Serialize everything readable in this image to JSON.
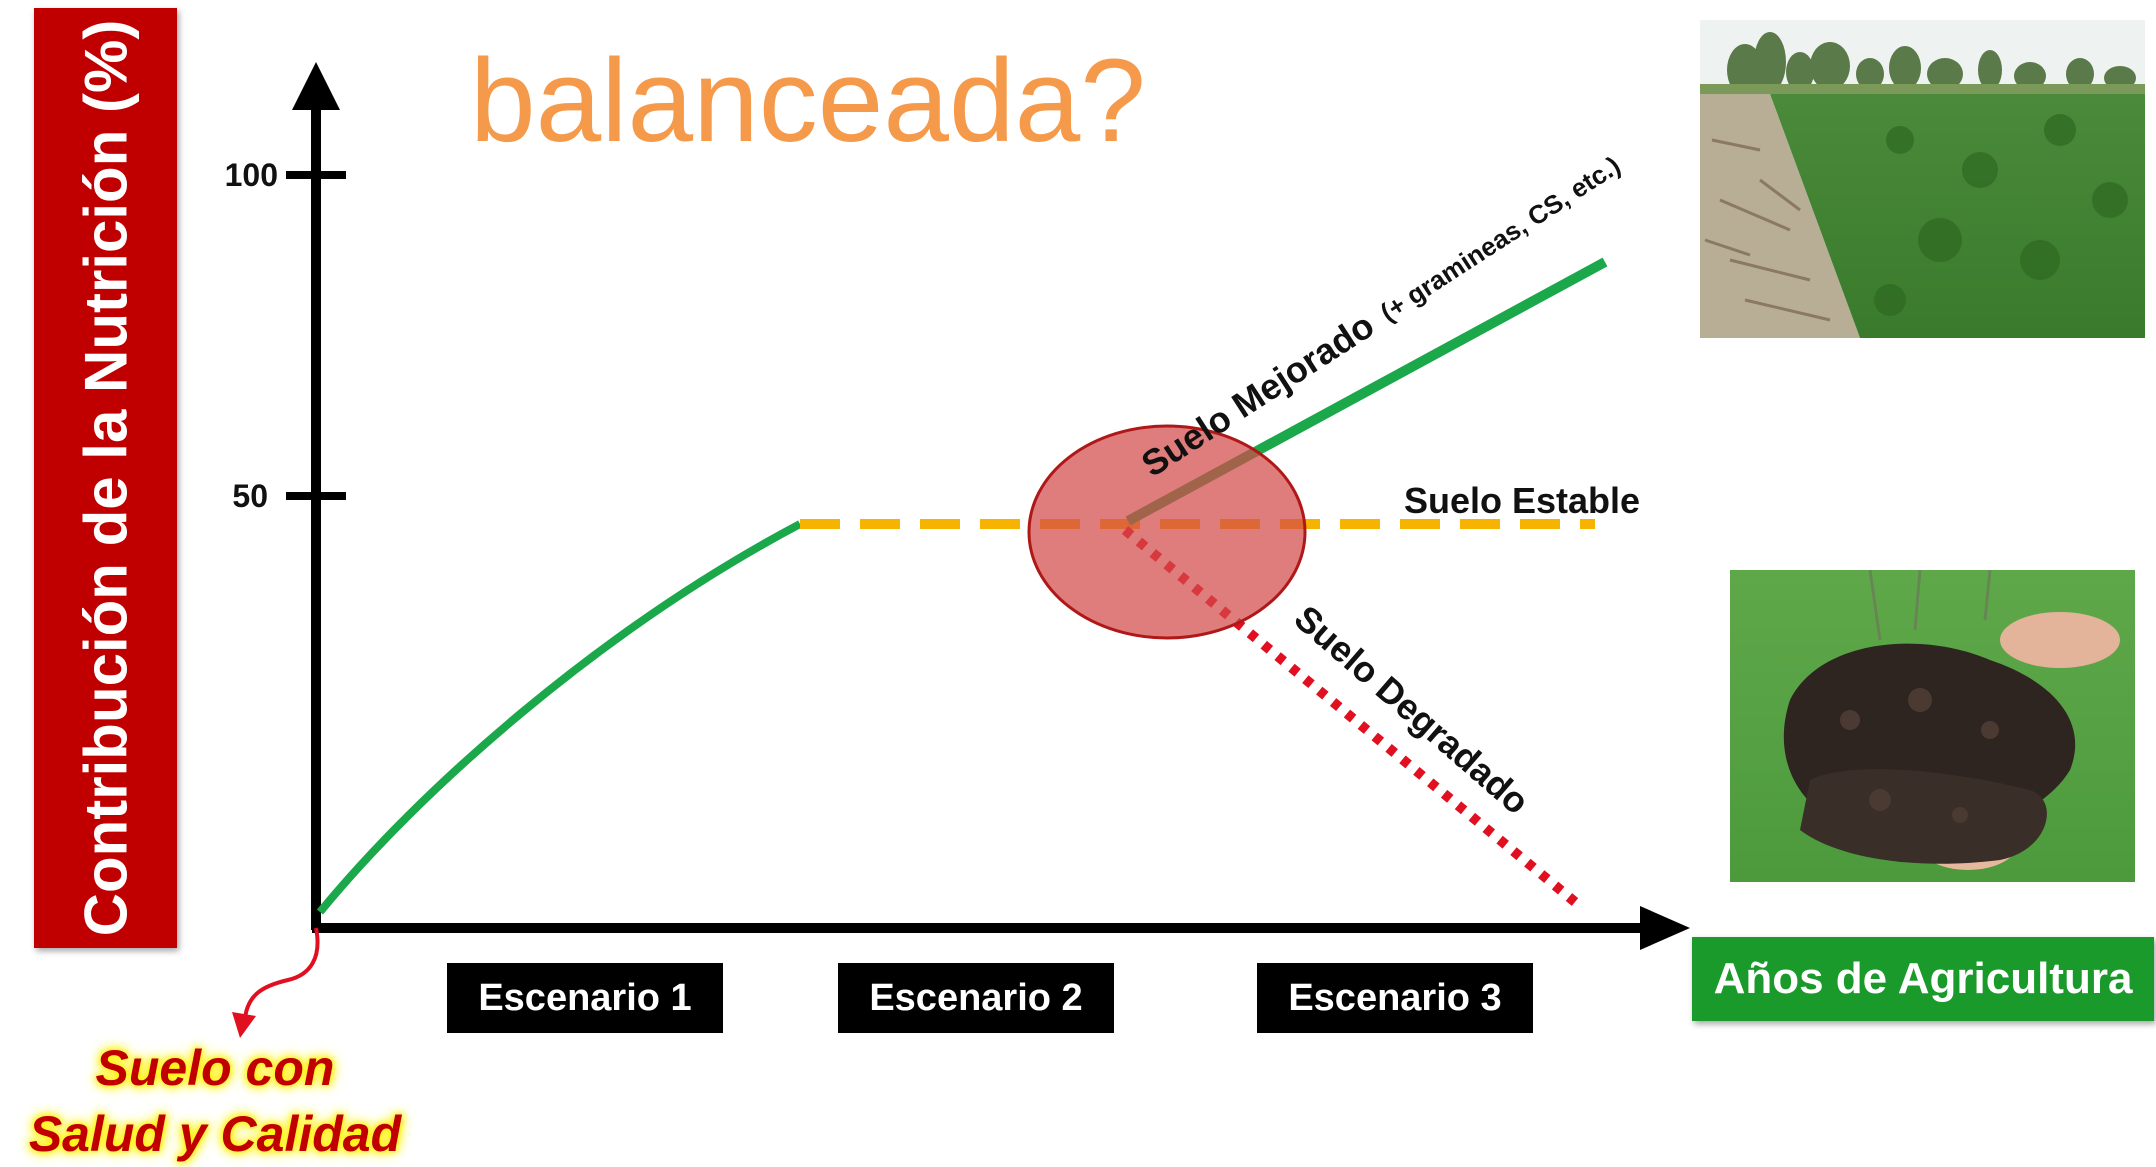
{
  "title": "balanceada?",
  "y_axis_label": "Contribución de la Nutrición (%)",
  "x_axis_label": "Años de Agricultura",
  "y_ticks": [
    "100",
    "50"
  ],
  "scenarios": [
    "Escenario 1",
    "Escenario 2",
    "Escenario 3"
  ],
  "curves": {
    "improved": {
      "label": "Suelo Mejorado",
      "sub": "(+ gramineas, CS, etc.)"
    },
    "stable": {
      "label": "Suelo Estable"
    },
    "degraded": {
      "label": "Suelo Degradado"
    }
  },
  "origin_note": {
    "line1": "Suelo con",
    "line2": "Salud y Calidad"
  },
  "colors": {
    "ylabel_bg": "#c00000",
    "xlabel_bg": "#1a9a2a",
    "title": "#f59a4b",
    "improved_curve": "#1aa84a",
    "stable_curve": "#f6b400",
    "degraded_curve": "#e01020",
    "highlight_circle": "#d24a4a"
  },
  "images": [
    "field-photo",
    "soil-sample-photo"
  ]
}
